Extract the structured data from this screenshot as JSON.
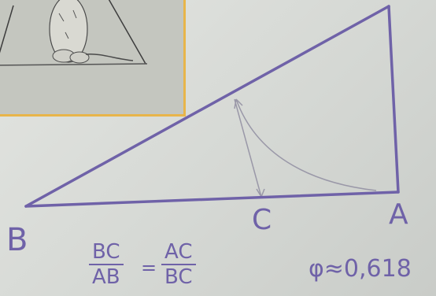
{
  "points": {
    "a": "A",
    "b": "B",
    "c": "C"
  },
  "formula": {
    "left_num": "BC",
    "left_den": "AB",
    "equals": "=",
    "right_num": "AC",
    "right_den": "BC"
  },
  "phi_text": "φ≈0,618",
  "colors": {
    "marker": "#6f62a8",
    "frame": "#e8b54a",
    "arc": "#9a98a8"
  },
  "inset_icon": "mouse-sketch"
}
